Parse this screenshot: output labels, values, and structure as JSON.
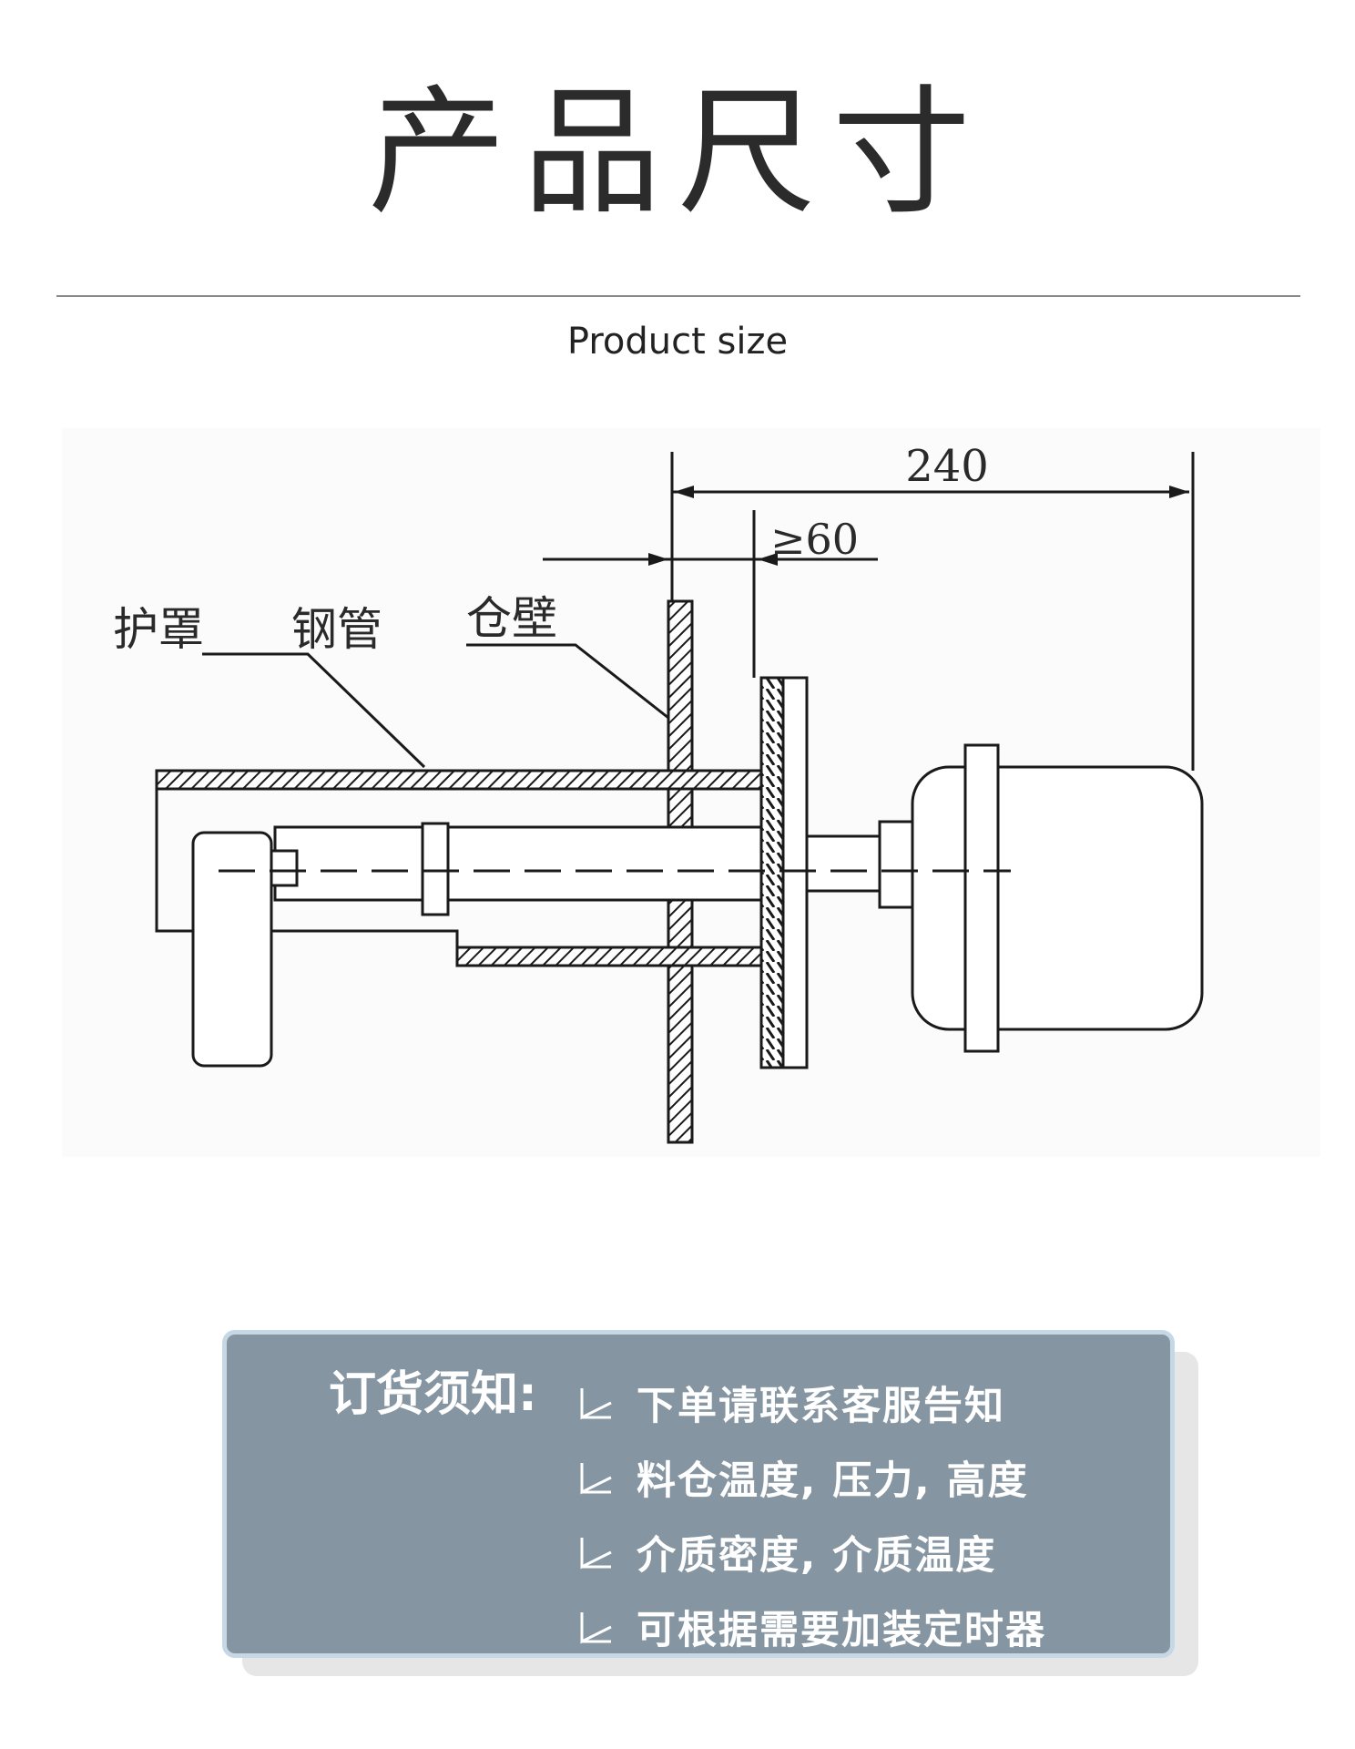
{
  "header": {
    "title": "产品尺寸",
    "subtitle": "Product size"
  },
  "diagram": {
    "labels": {
      "shield": "护罩",
      "steel_pipe": "钢管",
      "silo_wall": "仓壁"
    },
    "dimensions": {
      "total": "240",
      "min_insertion": "≥60"
    }
  },
  "notice": {
    "title": "订货须知:",
    "items": [
      "下单请联系客服告知",
      "料仓温度, 压力, 高度",
      "介质密度, 介质温度",
      "可根据需要加装定时器"
    ],
    "colors": {
      "panel": "#8595a1",
      "border": "#c6d8e6",
      "text": "#ffffff"
    }
  }
}
